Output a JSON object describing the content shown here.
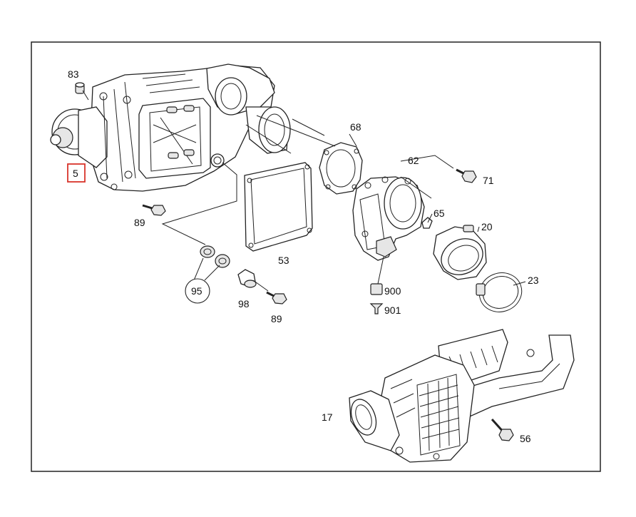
{
  "highlight_color": "#d9342b",
  "callouts": {
    "c83": "83",
    "c5": "5",
    "c68": "68",
    "c62": "62",
    "c71": "71",
    "c89a": "89",
    "c65": "65",
    "c20": "20",
    "c53": "53",
    "c95": "95",
    "c900": "900",
    "c901": "901",
    "c23": "23",
    "c98": "98",
    "c89b": "89",
    "c17": "17",
    "c56": "56"
  }
}
